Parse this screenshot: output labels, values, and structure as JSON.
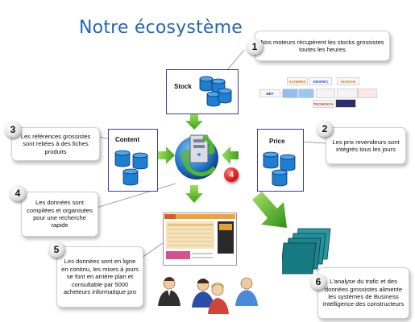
{
  "title": "Notre écosystème",
  "steps": [
    {
      "num": "1",
      "text": "Nos moteurs récupèrent les stocks grossistes toutes les heures"
    },
    {
      "num": "2",
      "text": "Les prix revendeurs sont intégrés tous les jours"
    },
    {
      "num": "3",
      "text": "Les références grossistes sont reliées à des fiches produits"
    },
    {
      "num": "4",
      "text": "Les données sont compilées et organisées pour une recherche rapide"
    },
    {
      "num": "5",
      "text": "Les données sont en ligne en continu, les mises à jours se font en arrière plan et consultable par 5000 acheteurs informatique pro"
    },
    {
      "num": "6",
      "text": "L'analyse du trafic et des données grossistes alimente les systèmes de Business Intelligence des constructeurs"
    }
  ],
  "boxes": {
    "stock": "Stock",
    "content": "Content",
    "price": "Price"
  },
  "hub_badge": "4",
  "logos": [
    "ALTERNA",
    "DESPEC",
    "INGRAM",
    "EET",
    "",
    "",
    "",
    "",
    "",
    "TECHDATA",
    ""
  ]
}
